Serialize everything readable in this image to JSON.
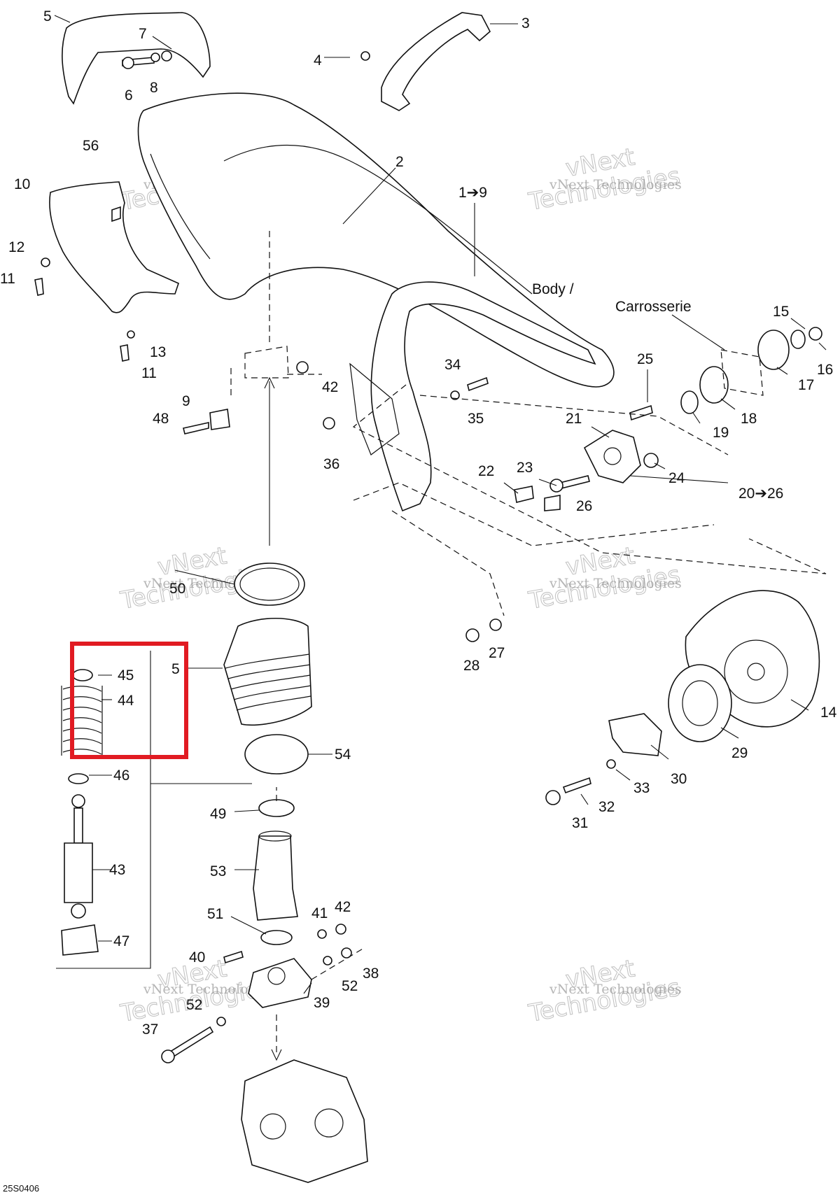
{
  "diagram": {
    "drawing_code": "25S0406",
    "body_label_line1": "Body /",
    "body_label_line2": "Carrosserie",
    "callouts": [
      {
        "id": "c5a",
        "text": "5"
      },
      {
        "id": "c7",
        "text": "7"
      },
      {
        "id": "c6",
        "text": "6"
      },
      {
        "id": "c8",
        "text": "8"
      },
      {
        "id": "c4",
        "text": "4"
      },
      {
        "id": "c3",
        "text": "3"
      },
      {
        "id": "c56",
        "text": "56"
      },
      {
        "id": "c10",
        "text": "10"
      },
      {
        "id": "c2",
        "text": "2"
      },
      {
        "id": "c1to9",
        "text": "1➔9"
      },
      {
        "id": "c12",
        "text": "12"
      },
      {
        "id": "c11a",
        "text": "11"
      },
      {
        "id": "c13",
        "text": "13"
      },
      {
        "id": "c11b",
        "text": "11"
      },
      {
        "id": "c9",
        "text": "9"
      },
      {
        "id": "c48",
        "text": "48"
      },
      {
        "id": "c42a",
        "text": "42"
      },
      {
        "id": "c34",
        "text": "34"
      },
      {
        "id": "c35",
        "text": "35"
      },
      {
        "id": "c36",
        "text": "36"
      },
      {
        "id": "c25",
        "text": "25"
      },
      {
        "id": "c21",
        "text": "21"
      },
      {
        "id": "c15",
        "text": "15"
      },
      {
        "id": "c16",
        "text": "16"
      },
      {
        "id": "c17",
        "text": "17"
      },
      {
        "id": "c18",
        "text": "18"
      },
      {
        "id": "c19",
        "text": "19"
      },
      {
        "id": "c22",
        "text": "22"
      },
      {
        "id": "c23",
        "text": "23"
      },
      {
        "id": "c24",
        "text": "24"
      },
      {
        "id": "c26",
        "text": "26"
      },
      {
        "id": "c20to26",
        "text": "20➔26"
      },
      {
        "id": "c50",
        "text": "50"
      },
      {
        "id": "c5b",
        "text": "5"
      },
      {
        "id": "c45",
        "text": "45"
      },
      {
        "id": "c44",
        "text": "44"
      },
      {
        "id": "c46",
        "text": "46"
      },
      {
        "id": "c54",
        "text": "54"
      },
      {
        "id": "c49",
        "text": "49"
      },
      {
        "id": "c43",
        "text": "43"
      },
      {
        "id": "c53",
        "text": "53"
      },
      {
        "id": "c51",
        "text": "51"
      },
      {
        "id": "c47",
        "text": "47"
      },
      {
        "id": "c41",
        "text": "41"
      },
      {
        "id": "c42b",
        "text": "42"
      },
      {
        "id": "c40",
        "text": "40"
      },
      {
        "id": "c38",
        "text": "38"
      },
      {
        "id": "c52a",
        "text": "52"
      },
      {
        "id": "c39",
        "text": "39"
      },
      {
        "id": "c52b",
        "text": "52"
      },
      {
        "id": "c37",
        "text": "37"
      },
      {
        "id": "c28",
        "text": "28"
      },
      {
        "id": "c27",
        "text": "27"
      },
      {
        "id": "c14",
        "text": "14"
      },
      {
        "id": "c29",
        "text": "29"
      },
      {
        "id": "c30",
        "text": "30"
      },
      {
        "id": "c33",
        "text": "33"
      },
      {
        "id": "c32",
        "text": "32"
      },
      {
        "id": "c31",
        "text": "31"
      }
    ]
  },
  "watermark": {
    "line1": "vNext Technologies",
    "line2": "Technologies",
    "line3": "vNext"
  },
  "highlight_color": "#e11b22"
}
